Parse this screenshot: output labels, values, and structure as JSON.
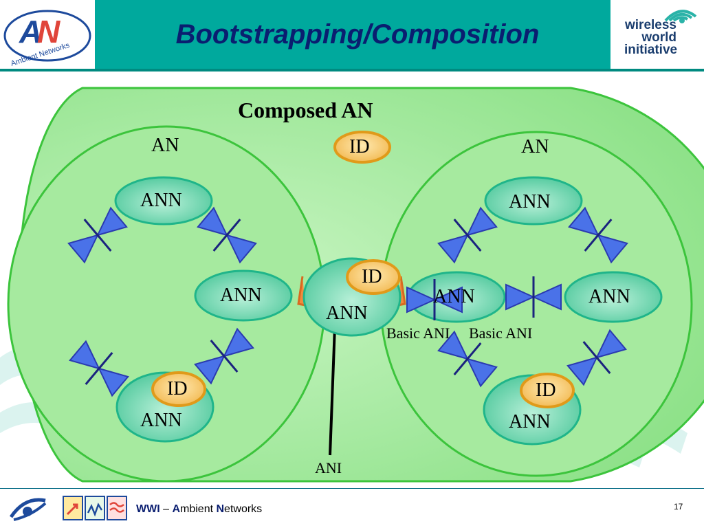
{
  "header": {
    "title": "Bootstrapping/Composition",
    "left_logo_text": "Ambient Networks",
    "right_logo_lines": [
      "wireless",
      "world",
      "initiative"
    ]
  },
  "diagram": {
    "composed_label": "Composed AN",
    "an_left": "AN",
    "an_right": "AN",
    "id_label": "ID",
    "ann_label": "ANN",
    "basic_ani_left": "Basic ANI",
    "basic_ani_right": "Basic ANI",
    "ani_label": "ANI"
  },
  "footer": {
    "wwi": "WWI",
    "dash": " – ",
    "a": "A",
    "mbient": "mbient ",
    "n": "N",
    "etworks": "etworks",
    "page_number": "17"
  },
  "colors": {
    "header": "#00a99d",
    "title": "#0a1e70",
    "cloud_fill": "#9de89a",
    "cloud_stroke": "#3cc43c",
    "ann_fill": "#5fd0a8",
    "id_fill": "#f5c872",
    "id_stroke": "#e09a1a",
    "connector_fill": "#4a6ee0"
  }
}
